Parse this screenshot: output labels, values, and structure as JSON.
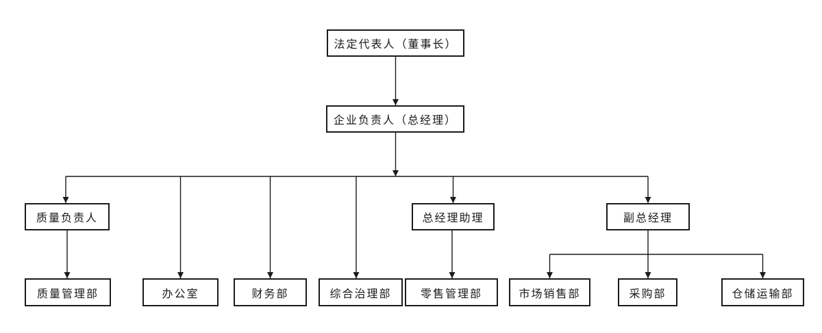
{
  "diagram": {
    "type": "org-chart",
    "background_color": "#ffffff",
    "line_color": "#1a1a1a",
    "box_border_color": "#1a1a1a",
    "nodes": {
      "legal_rep": {
        "label": "法定代表人（董事长）",
        "level": 1
      },
      "gm": {
        "label": "企业负责人（总经理）",
        "level": 2
      },
      "quality_head": {
        "label": "质量负责人",
        "level": 3
      },
      "gm_assistant": {
        "label": "总经理助理",
        "level": 3
      },
      "deputy_gm": {
        "label": "副总经理",
        "level": 3
      },
      "quality_dept": {
        "label": "质量管理部",
        "level": 4
      },
      "office": {
        "label": "办公室",
        "level": 4
      },
      "finance": {
        "label": "财务部",
        "level": 4
      },
      "comprehensive": {
        "label": "综合治理部",
        "level": 4
      },
      "retail": {
        "label": "零售管理部",
        "level": 4
      },
      "marketing": {
        "label": "市场销售部",
        "level": 4
      },
      "purchasing": {
        "label": "采购部",
        "level": 4
      },
      "warehouse": {
        "label": "仓储运输部",
        "level": 4
      }
    },
    "edges": [
      {
        "from": "legal_rep",
        "to": "gm"
      },
      {
        "from": "gm",
        "to": "quality_head"
      },
      {
        "from": "gm",
        "to": "office"
      },
      {
        "from": "gm",
        "to": "finance"
      },
      {
        "from": "gm",
        "to": "comprehensive"
      },
      {
        "from": "gm",
        "to": "gm_assistant"
      },
      {
        "from": "gm",
        "to": "deputy_gm"
      },
      {
        "from": "quality_head",
        "to": "quality_dept"
      },
      {
        "from": "gm_assistant",
        "to": "retail"
      },
      {
        "from": "deputy_gm",
        "to": "marketing"
      },
      {
        "from": "deputy_gm",
        "to": "purchasing"
      },
      {
        "from": "deputy_gm",
        "to": "warehouse"
      }
    ]
  }
}
